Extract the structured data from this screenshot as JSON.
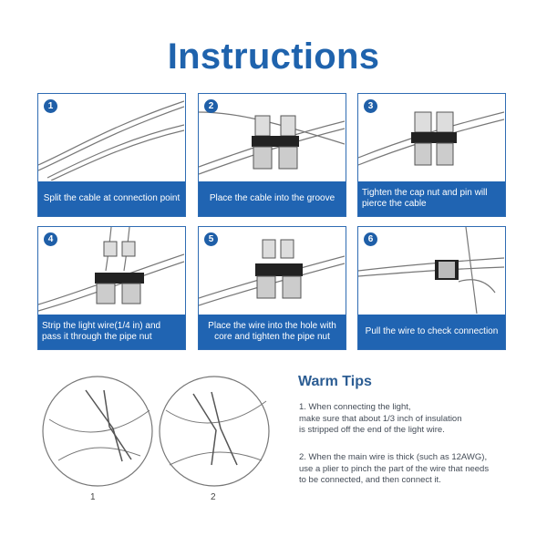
{
  "title": "Instructions",
  "steps": [
    {
      "number": "1",
      "caption": "Split the cable at connection point"
    },
    {
      "number": "2",
      "caption": "Place the cable into the groove"
    },
    {
      "number": "3",
      "caption": "Tighten the cap nut and pin will pierce the cable"
    },
    {
      "number": "4",
      "caption": "Strip the light wire(1/4 in) and pass it through the pipe nut"
    },
    {
      "number": "5",
      "caption": "Place the wire into the hole with core and tighten the pipe nut"
    },
    {
      "number": "6",
      "caption": "Pull the wire to check connection"
    }
  ],
  "warm_tips": {
    "title": "Warm Tips",
    "tip1": [
      "1.  When connecting the light,",
      "make sure that about 1/3 inch of insulation",
      "is stripped off the end of the light wire."
    ],
    "tip2": [
      "2.  When the main wire is thick (such as 12AWG),",
      "use a plier to pinch the part of the wire that needs",
      "to be connected, and then connect it."
    ]
  },
  "figures": [
    {
      "label": "1"
    },
    {
      "label": "2"
    }
  ],
  "colors": {
    "accent": "#1f63ad",
    "caption_bg": "#2064b2",
    "tips_title": "#2c5d93"
  }
}
